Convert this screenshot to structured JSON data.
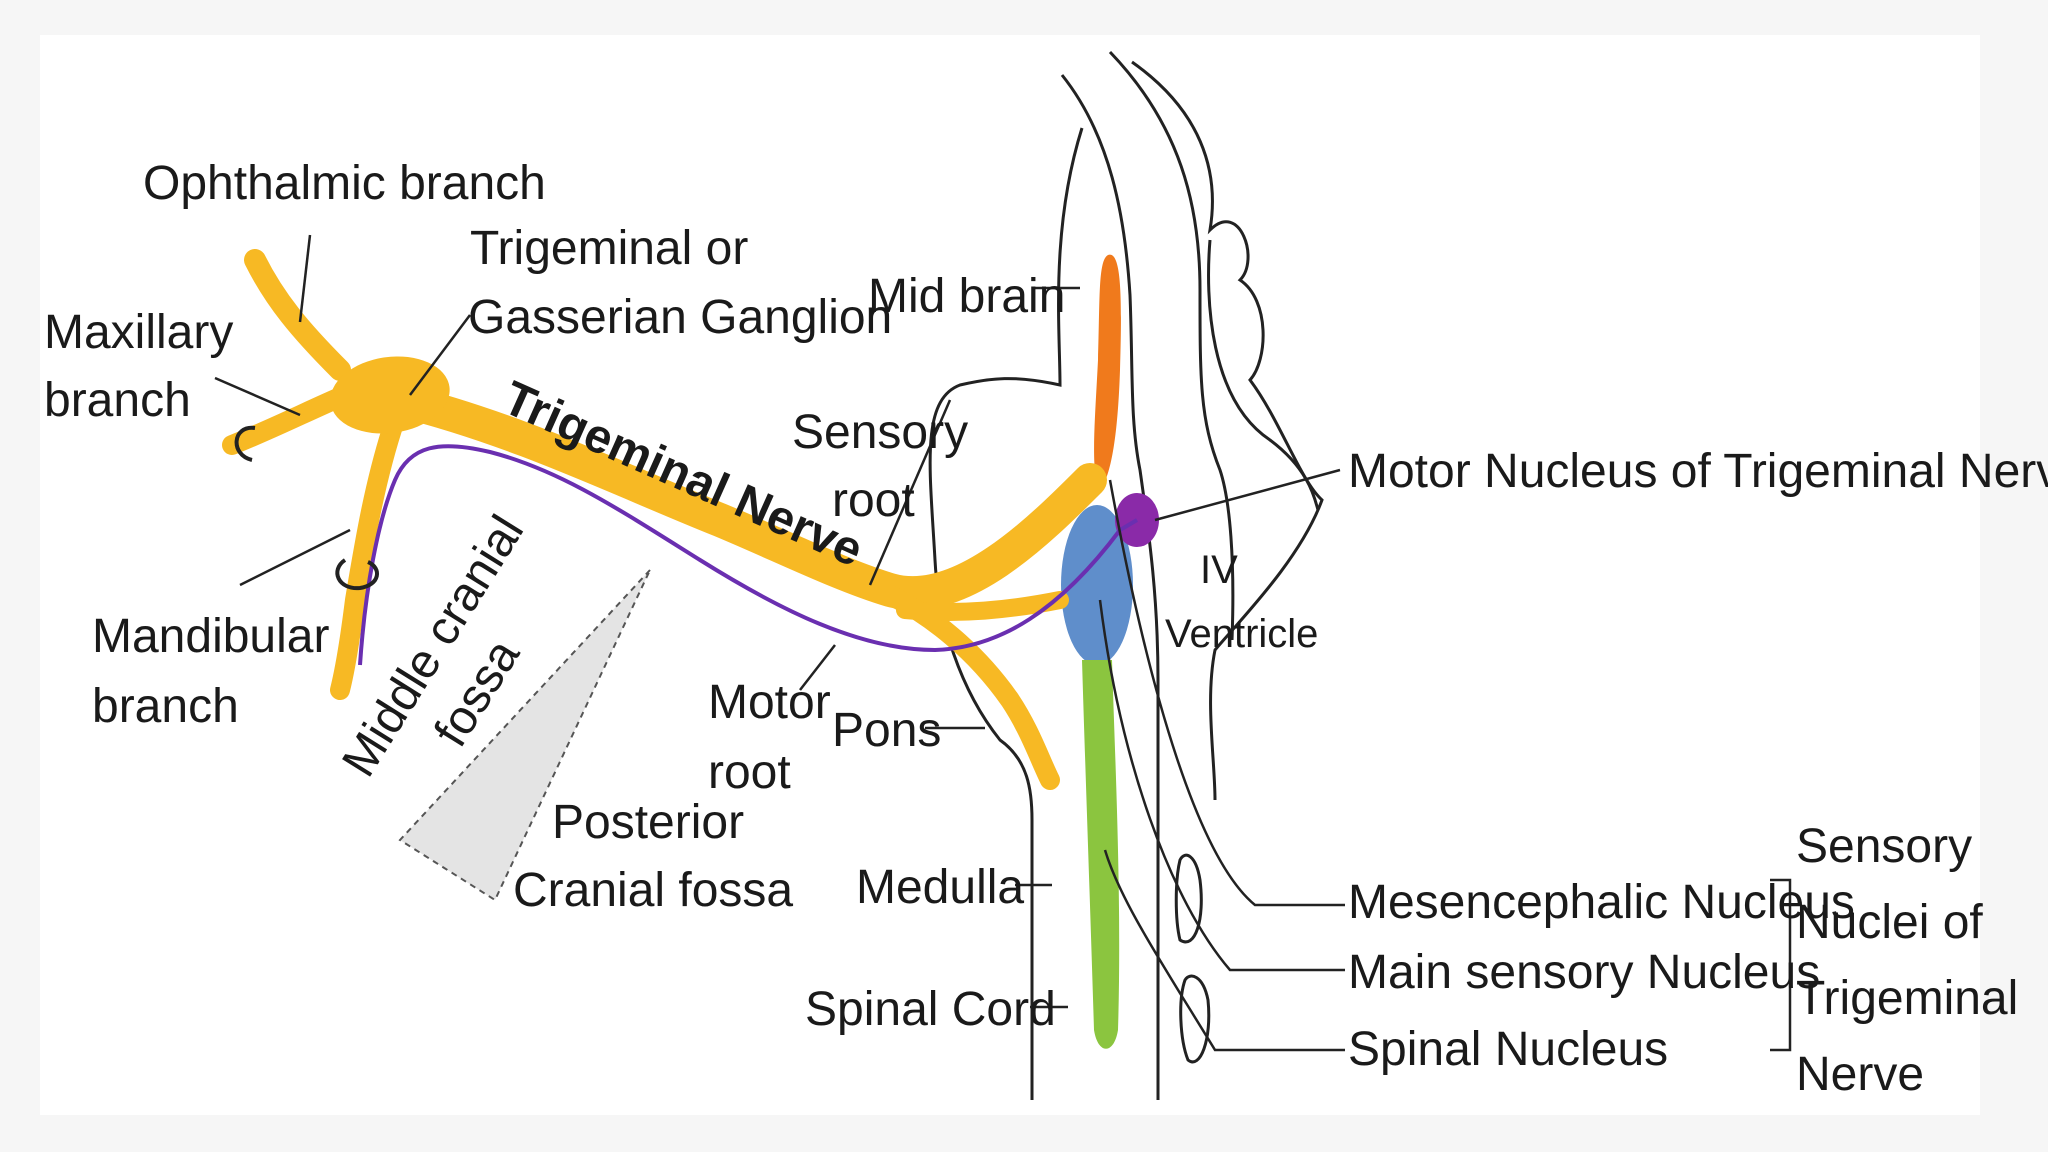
{
  "colors": {
    "background": "#f6f6f6",
    "panel": "#ffffff",
    "nerve": "#f7b924",
    "motor_root": "#6a2fb0",
    "midbrain_nucleus": "#f07a1c",
    "motor_nucleus": "#8a2aa8",
    "main_sensory_nucleus": "#5f8ecb",
    "spinal_nucleus": "#8bc53f",
    "fossa_fill": "#e4e4e4",
    "line": "#222222"
  },
  "labels": {
    "ophthalmic": "Ophthalmic branch",
    "ganglion_line1": "Trigeminal or",
    "ganglion_line2": "Gasserian Ganglion",
    "maxillary_line1": "Maxillary",
    "maxillary_line2": "branch",
    "mandibular_line1": "Mandibular",
    "mandibular_line2": "branch",
    "trigeminal_nerve": "Trigeminal Nerve",
    "middle_fossa_line1": "Middle cranial",
    "middle_fossa_line2": "fossa",
    "posterior_fossa_line1": "Posterior",
    "posterior_fossa_line2": "Cranial fossa",
    "sensory_root_line1": "Sensory",
    "sensory_root_line2": "root",
    "motor_root_line1": "Motor",
    "motor_root_line2": "root",
    "mid_brain": "Mid brain",
    "pons": "Pons",
    "medulla": "Medulla",
    "spinal_cord": "Spinal Cord",
    "iv_ventricle_line1": "IV",
    "iv_ventricle_line2": "Ventricle",
    "motor_nucleus": "Motor Nucleus of Trigeminal Nerve",
    "mesencephalic_nucleus": "Mesencephalic Nucleus",
    "main_sensory_nucleus": "Main sensory Nucleus",
    "spinal_nucleus": "Spinal Nucleus",
    "sensory_nuclei_line1": "Sensory",
    "sensory_nuclei_line2": "Nuclei of",
    "sensory_nuclei_line3": "Trigeminal",
    "sensory_nuclei_line4": "Nerve"
  }
}
